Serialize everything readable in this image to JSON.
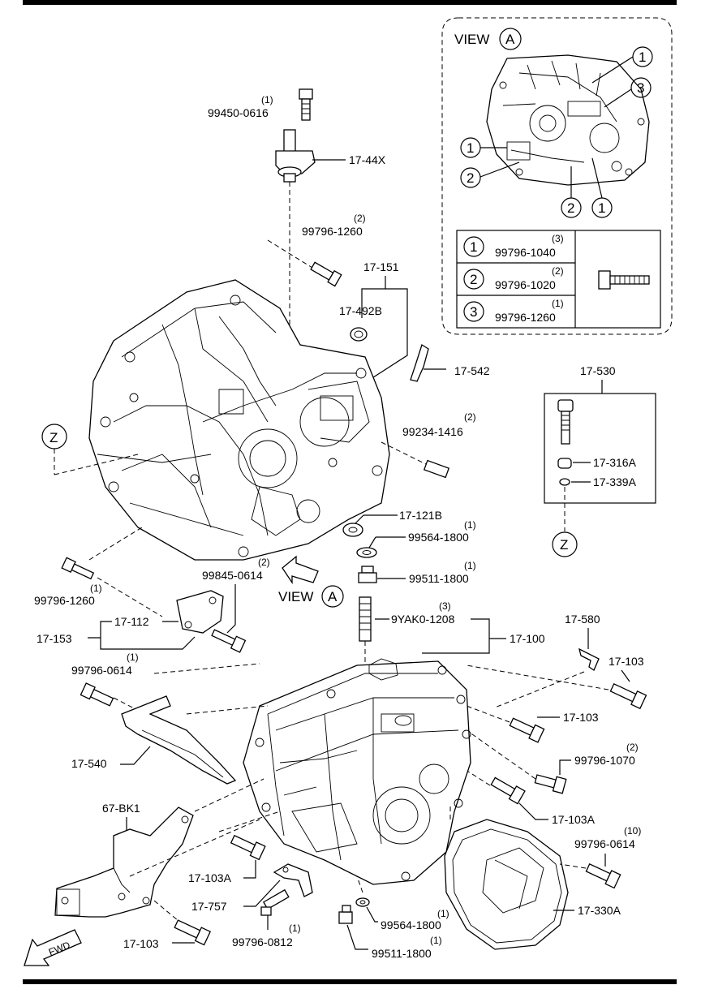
{
  "labels": {
    "p99450": "99450-0616",
    "q99450": "(1)",
    "p1744x": "17-44X",
    "p99796_1260a": "99796-1260",
    "q99796_1260a": "(2)",
    "p17151": "17-151",
    "p17492b": "17-492B",
    "p17542": "17-542",
    "p99234": "99234-1416",
    "q99234": "(2)",
    "p17121b": "17-121B",
    "p99564a": "99564-1800",
    "q99564a": "(1)",
    "p99511a": "99511-1800",
    "q99511a": "(1)",
    "p99845": "99845-0614",
    "q99845": "(2)",
    "p99796_1260b": "99796-1260",
    "q99796_1260b": "(1)",
    "p17153": "17-153",
    "p17112": "17-112",
    "p9yak0": "9YAK0-1208",
    "q9yak0": "(3)",
    "p17100": "17-100",
    "p17580": "17-580",
    "p17103a": "17-103",
    "p17103b": "17-103",
    "p99796_1070": "99796-1070",
    "q99796_1070": "(2)",
    "p17103aa": "17-103A",
    "p99796_0614a": "99796-0614",
    "q99796_0614a": "(1)",
    "p17540": "17-540",
    "p67bk1": "67-BK1",
    "p17103ab": "17-103A",
    "p17757": "17-757",
    "p99796_0812": "99796-0812",
    "q99796_0812": "(1)",
    "p17103c": "17-103",
    "p99564b": "99564-1800",
    "q99564b": "(1)",
    "p99511b": "99511-1800",
    "q99511b": "(1)",
    "p99796_0614b": "99796-0614",
    "q99796_0614b": "(10)",
    "p17330a": "17-330A",
    "p17530": "17-530",
    "p17316a": "17-316A",
    "p17339a": "17-339A",
    "zTop": "Z",
    "zBot": "Z",
    "viewTitle": "VIEW",
    "viewLetter": "A",
    "viewMain": "VIEW",
    "viewMainLetter": "A",
    "fwd": "FWD"
  },
  "view_table": [
    {
      "ref": "1",
      "part": "99796-1040",
      "qty": "(3)"
    },
    {
      "ref": "2",
      "part": "99796-1020",
      "qty": "(2)"
    },
    {
      "ref": "3",
      "part": "99796-1260",
      "qty": "(1)"
    }
  ],
  "callouts": {
    "c1a": "1",
    "c3": "3",
    "c1b": "1",
    "c2a": "2",
    "c2b": "2",
    "c1c": "1"
  }
}
